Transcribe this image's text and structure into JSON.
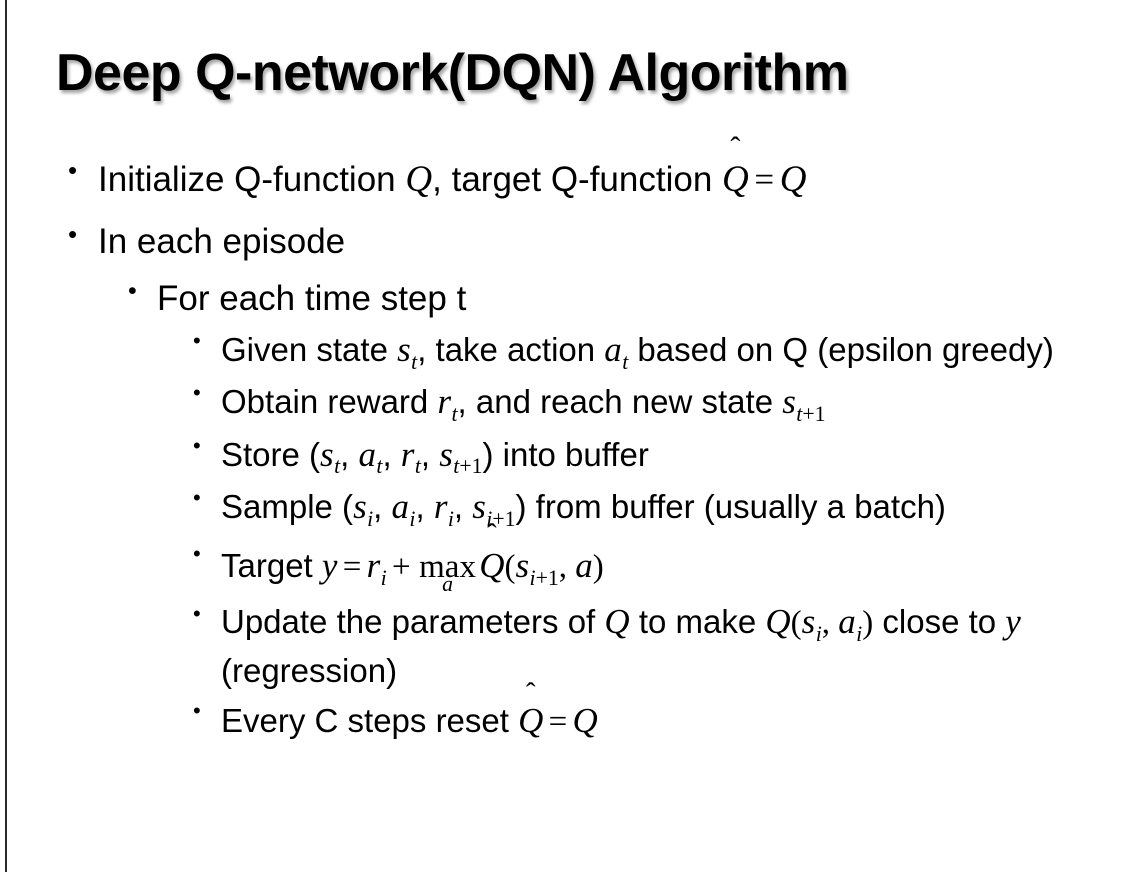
{
  "slide": {
    "title": "Deep Q-network(DQN) Algorithm",
    "background_color": "#ffffff",
    "text_color": "#000000",
    "border_color": "#2b2b2b"
  },
  "bullets": {
    "initialize": {
      "prefix": "Initialize Q-function ",
      "var_q1": "Q",
      "mid": ", target Q-function ",
      "qhat": "Q",
      "hat": "̂",
      "equals": "=",
      "var_q2": "Q"
    },
    "in_each_episode": "In each episode",
    "for_each_time_step": "For each time step t",
    "given_state": {
      "part1": "Given state ",
      "s": "s",
      "s_sub": "t",
      "part2": ", take action ",
      "a": "a",
      "a_sub": "t",
      "part3": " based on Q (epsilon greedy)"
    },
    "obtain_reward": {
      "part1": "Obtain reward ",
      "r": "r",
      "r_sub": "t",
      "part2": ", and reach new state ",
      "s": "s",
      "s_sub_var": "t",
      "s_sub_plus": "+1"
    },
    "store": {
      "part1": "Store (",
      "s1": "s",
      "s1_sub": "t",
      "sep1": ", ",
      "a1": "a",
      "a1_sub": "t",
      "sep2": ", ",
      "r1": "r",
      "r1_sub": "t",
      "sep3": ", ",
      "s2": "s",
      "s2_sub_var": "t",
      "s2_sub_plus": "+1",
      "part2": ") into buffer"
    },
    "sample": {
      "part1": "Sample (",
      "s1": "s",
      "s1_sub": "i",
      "sep1": ", ",
      "a1": "a",
      "a1_sub": "i",
      "sep2": ", ",
      "r1": "r",
      "r1_sub": "i",
      "sep3": ", ",
      "s2": "s",
      "s2_sub_var": "i",
      "s2_sub_plus": "+1",
      "part2": ") from buffer (usually a batch)"
    },
    "target": {
      "label": "Target ",
      "y": "y",
      "equals": "=",
      "r": "r",
      "r_sub": "i",
      "plus": "+",
      "max_op": "max",
      "max_limit": "a",
      "qhat": "Q",
      "hat": "̂",
      "open": "(",
      "s": "s",
      "s_sub_var": "i",
      "s_sub_plus": "+1",
      "comma": ", ",
      "a": "a",
      "close": ")"
    },
    "update": {
      "part1": "Update the parameters of ",
      "q1": "Q",
      "part2": " to make ",
      "q2": "Q",
      "open": "(",
      "s": "s",
      "s_sub": "i",
      "comma": ", ",
      "a": "a",
      "a_sub": "i",
      "close": ")",
      "part3": " close to ",
      "y": "y",
      "part4": " (regression)"
    },
    "every_c_steps": {
      "part1": "Every C steps reset ",
      "qhat": "Q",
      "hat": "̂",
      "equals": "=",
      "q": "Q"
    }
  },
  "bullet_glyph": "•"
}
